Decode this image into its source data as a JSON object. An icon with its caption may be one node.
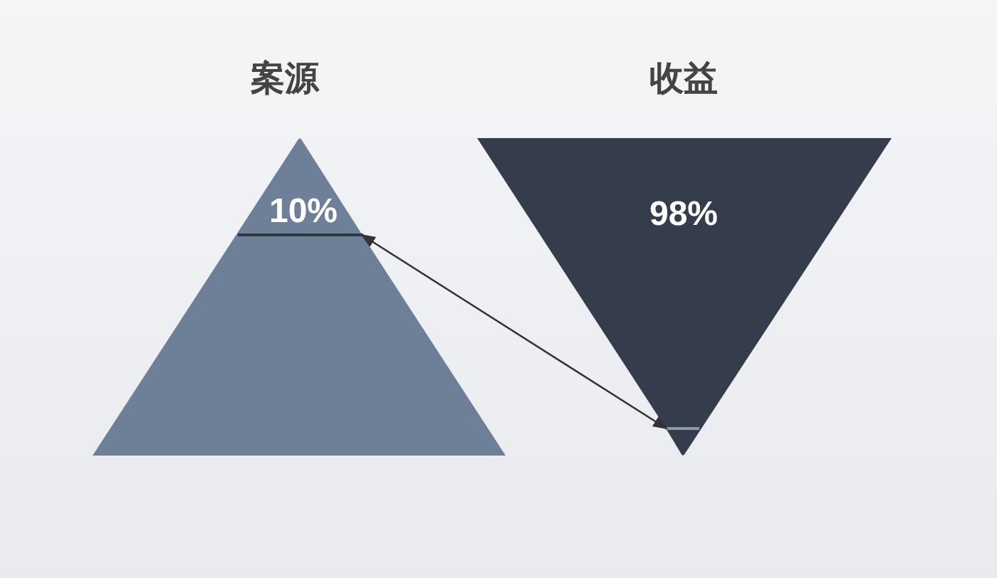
{
  "diagram": {
    "nodes": [
      {
        "text": [
          "案源"
        ]
      },
      {
        "text": [
          "10%"
        ],
        "in": 0
      },
      {
        "text": [
          "收益",
          "98%"
        ]
      },
      {
        "text": [],
        "shape": "triangle",
        "in": 2
      }
    ],
    "edges": [
      {
        "from": 1,
        "to": 3,
        "arrow": "both"
      }
    ]
  }
}
